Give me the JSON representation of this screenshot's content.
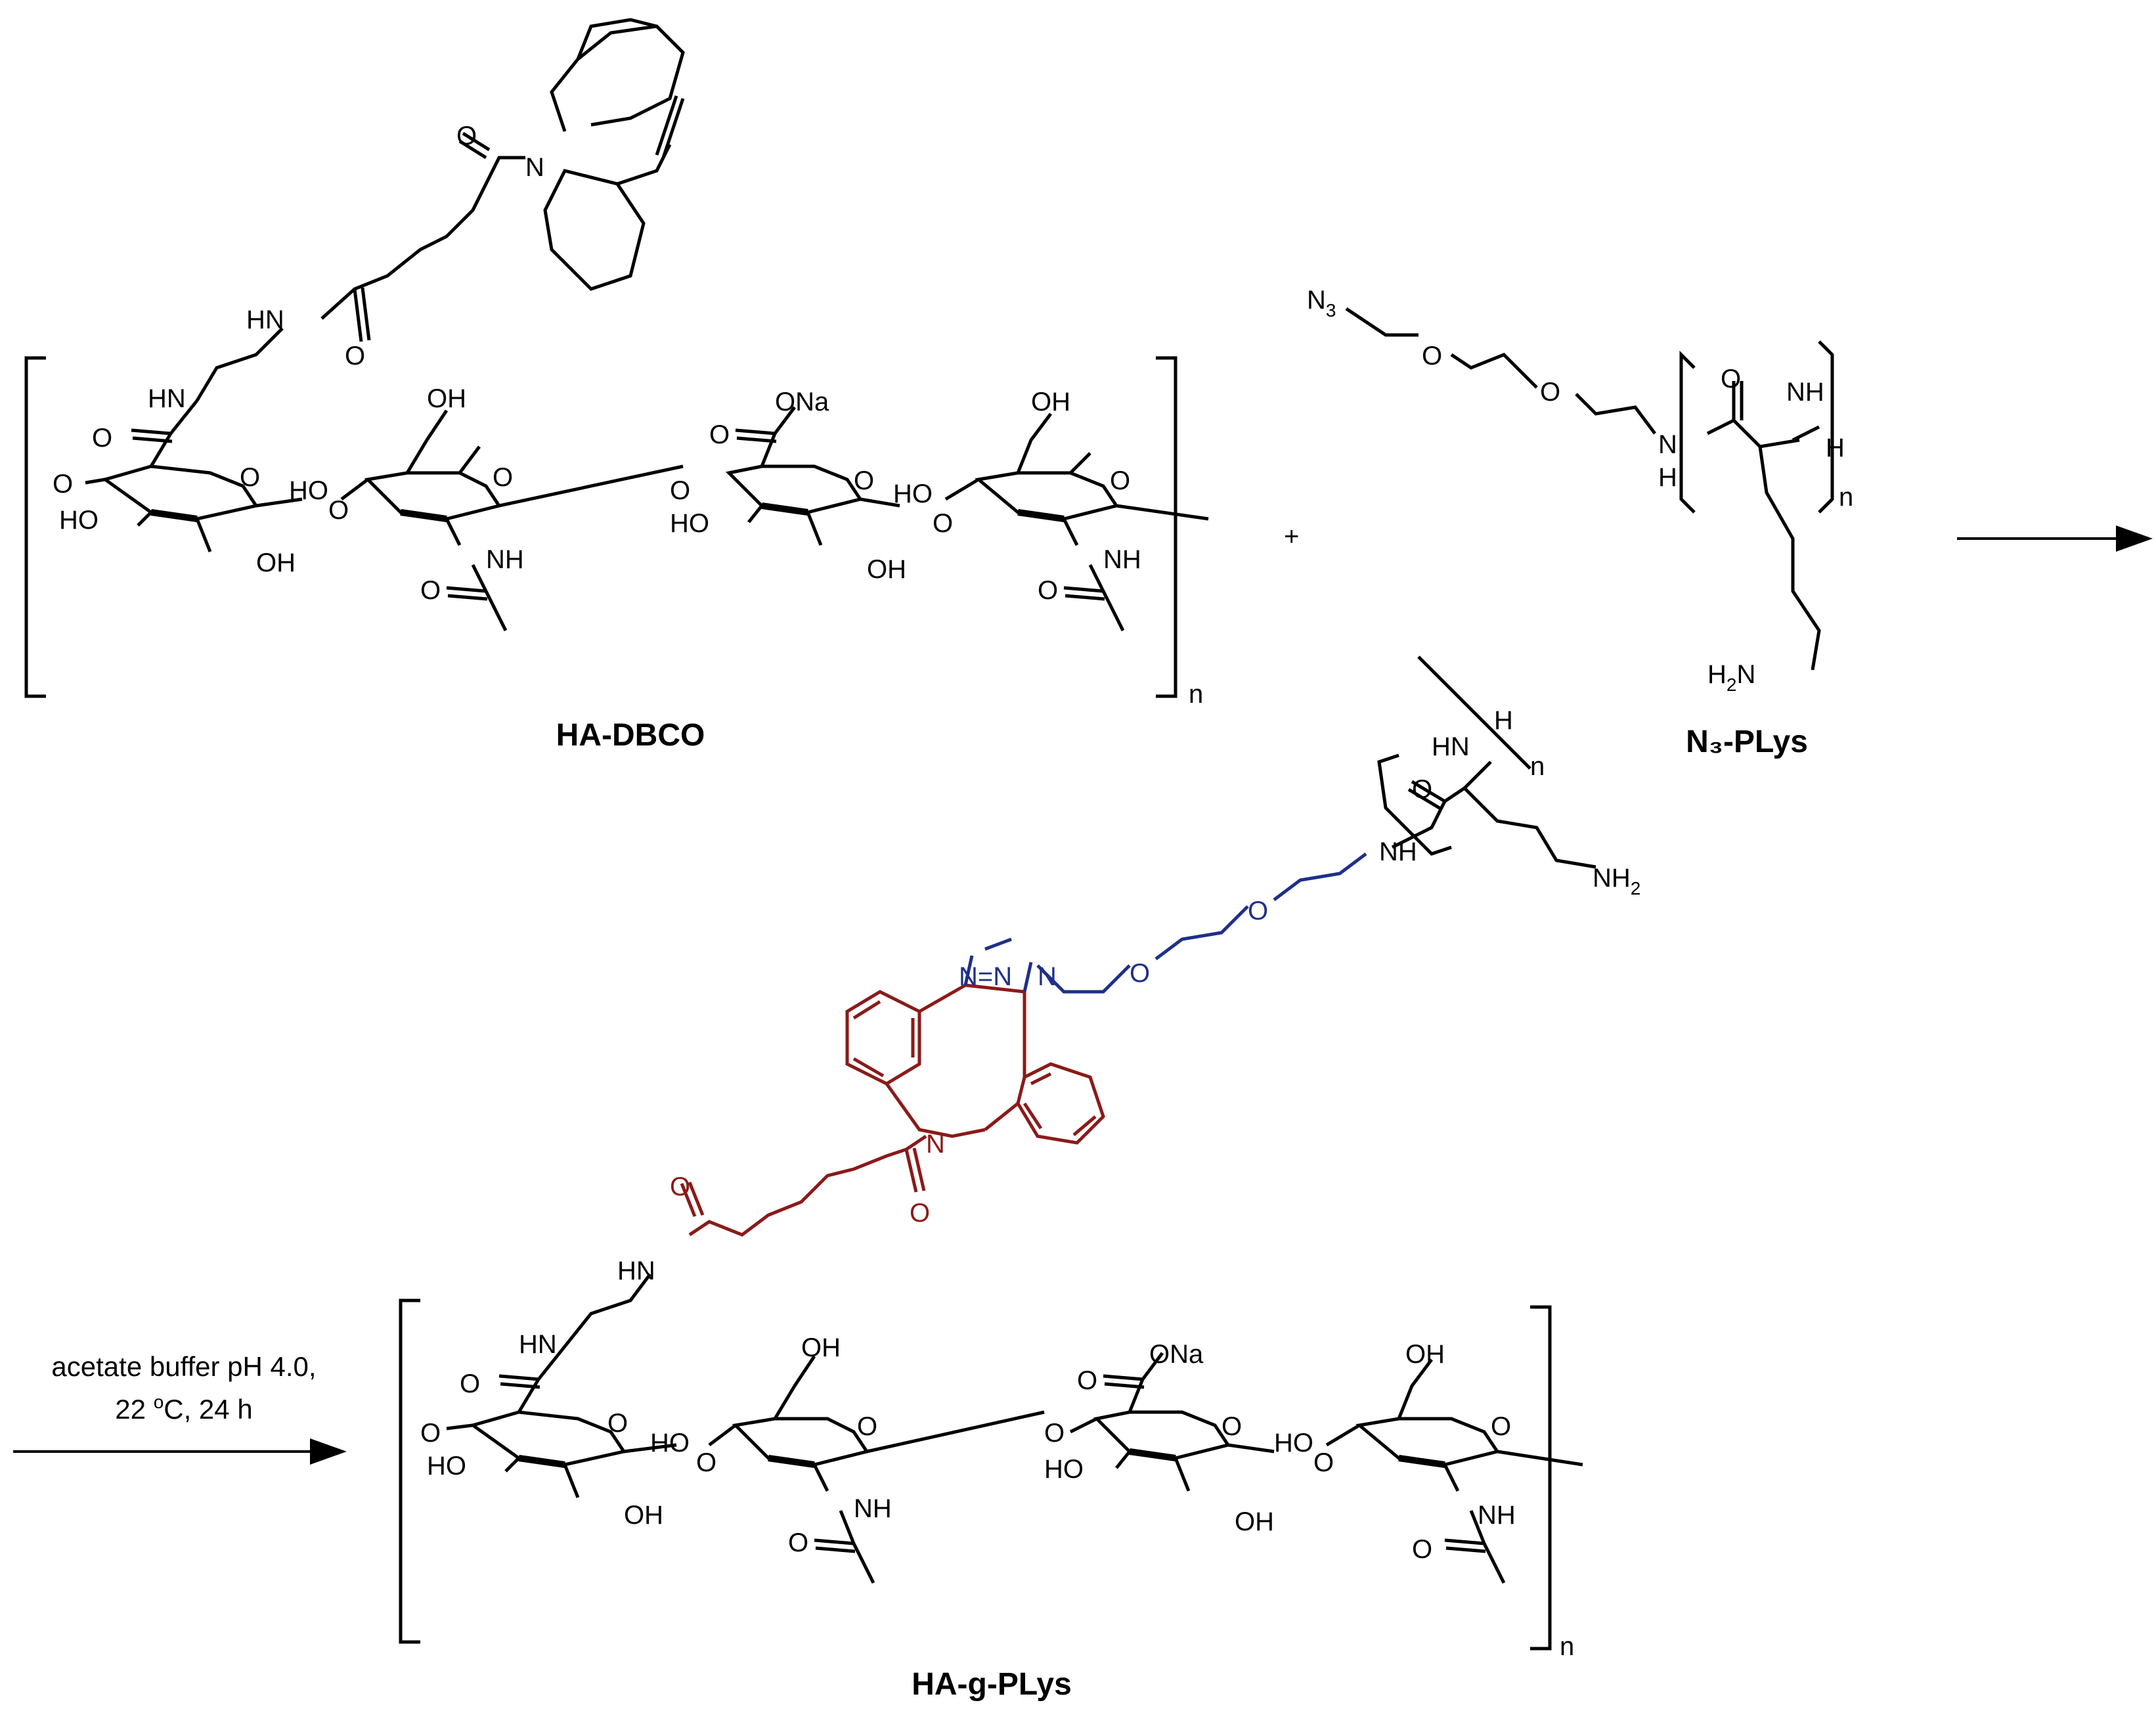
{
  "labels": {
    "ha_dbco": "HA-DBCO",
    "n3_plys": "N₃-PLys",
    "ha_g_plys": "HA-g-PLys",
    "plus": "+"
  },
  "conditions": {
    "line1": "acetate buffer pH 4.0,",
    "line2_pre": "22 ",
    "line2_sup": "o",
    "line2_post": "C, 24 h"
  },
  "atoms": {
    "O": "O",
    "N": "N",
    "NH": "NH",
    "HN": "HN",
    "HO": "HO",
    "OH": "OH",
    "ONa": "ONa",
    "H": "H",
    "n": "n",
    "N3": "N",
    "N3_sub": "3",
    "H2N": "H",
    "H2N_sub": "2",
    "H2N_tail": "N",
    "NH2": "NH",
    "NH2_sub": "2",
    "N_eq_N": "N=N"
  },
  "colors": {
    "black": "#000000",
    "dbco_segment": "#8b1a1a",
    "peg_linker": "#1f2f8a"
  }
}
